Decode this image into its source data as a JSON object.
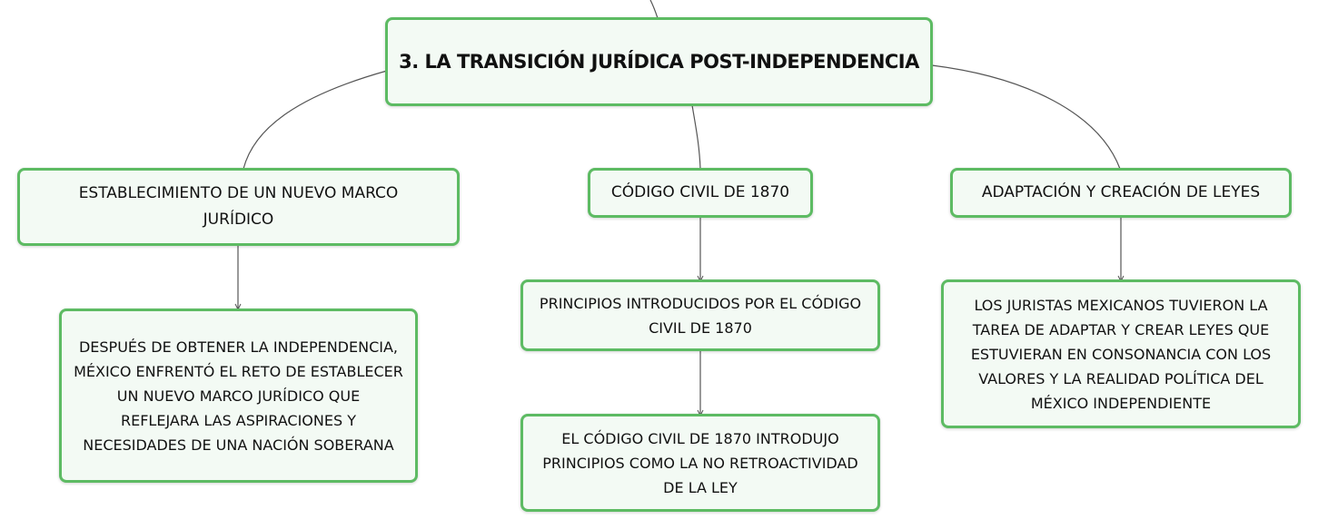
{
  "map": {
    "root": {
      "label": "3. LA TRANSICIÓN JURÍDICA POST-INDEPENDENCIA"
    },
    "branches": [
      {
        "label": "ESTABLECIMIENTO DE UN NUEVO MARCO\nJURÍDICO",
        "children": [
          {
            "label": "DESPUÉS DE OBTENER LA INDEPENDENCIA,\nMÉXICO ENFRENTÓ EL RETO DE ESTABLECER\nUN NUEVO MARCO JURÍDICO QUE\nREFLEJARA LAS ASPIRACIONES Y\nNECESIDADES DE UNA NACIÓN SOBERANA"
          }
        ]
      },
      {
        "label": "CÓDIGO CIVIL DE 1870",
        "children": [
          {
            "label": "PRINCIPIOS INTRODUCIDOS POR EL CÓDIGO\nCIVIL DE 1870",
            "children": [
              {
                "label": "EL CÓDIGO CIVIL DE 1870 INTRODUJO\nPRINCIPIOS COMO LA NO RETROACTIVIDAD\nDE LA LEY"
              }
            ]
          }
        ]
      },
      {
        "label": "ADAPTACIÓN Y CREACIÓN DE LEYES",
        "children": [
          {
            "label": "LOS JURISTAS MEXICANOS TUVIERON LA\nTAREA DE ADAPTAR Y CREAR LEYES QUE\nESTUVIERAN EN CONSONANCIA CON LOS\nVALORES Y LA REALIDAD POLÍTICA DEL\nMÉXICO INDEPENDIENTE"
          }
        ]
      }
    ]
  },
  "colors": {
    "node_border": "#5dbb63",
    "node_fill": "#f3faf4",
    "connector": "#555555"
  }
}
